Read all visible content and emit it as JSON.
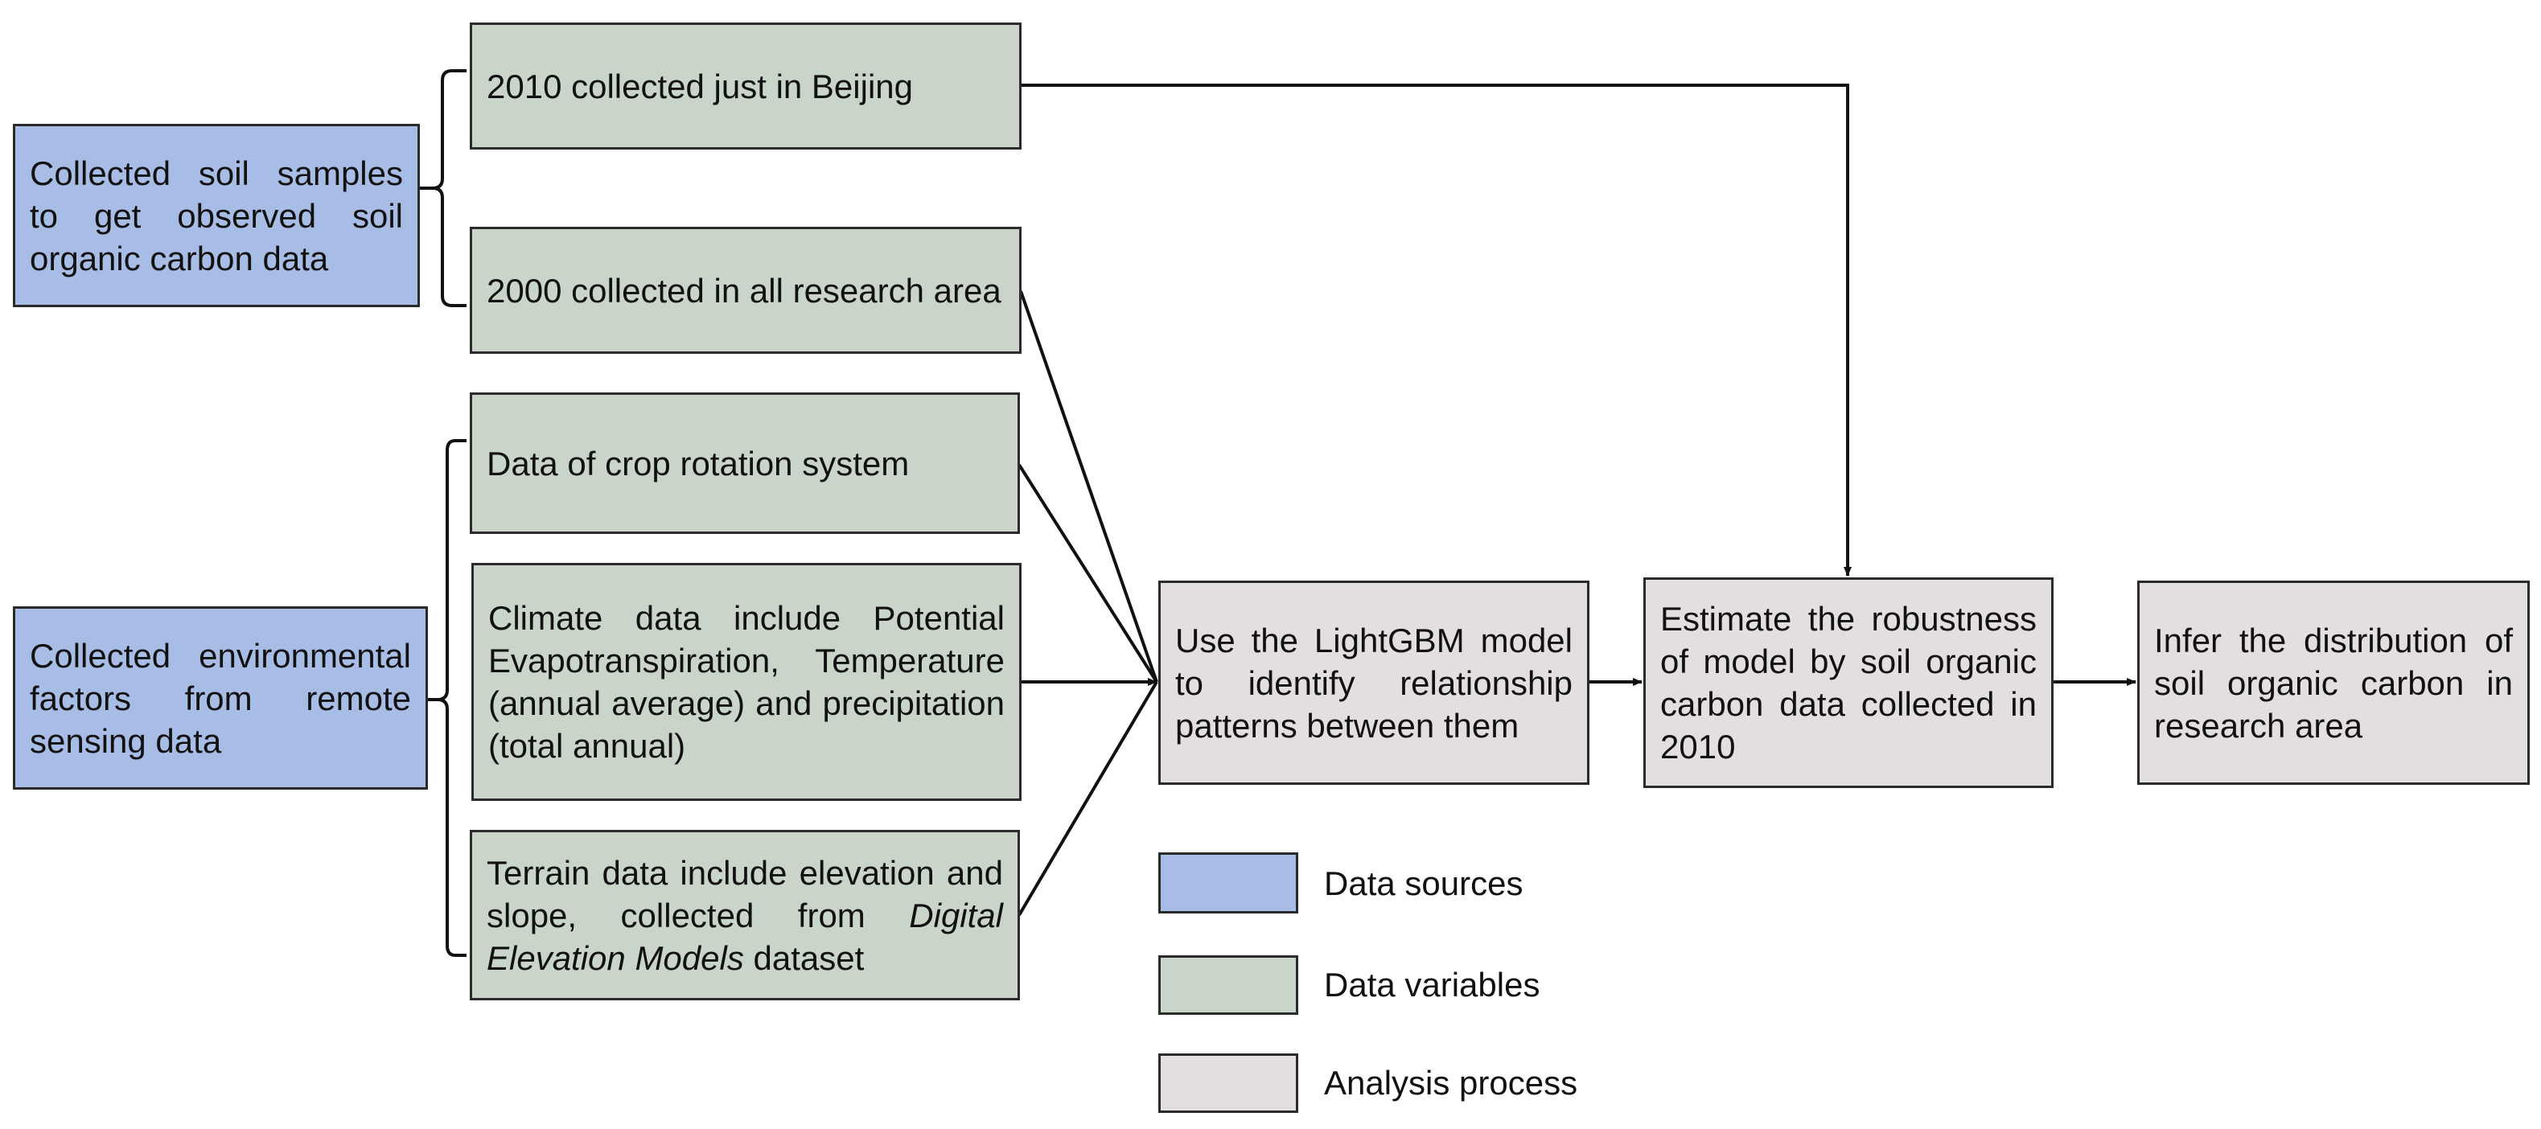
{
  "sources": {
    "soil": "Collected soil samples to get observed soil organic carbon data",
    "env": "Collected environmental factors from remote sensing data"
  },
  "variables": {
    "beijing_2010": "2010 collected just in Beijing",
    "all_2000": "2000 collected in all research area",
    "crop": "Data of crop rotation system",
    "climate": "Climate data include Potential Evapotranspiration, Temperature (annual average) and precipitation (total annual)",
    "terrain_pre": "Terrain data include elevation and slope, collected from ",
    "terrain_italic": "Digital Elevation Models",
    "terrain_post": " dataset"
  },
  "process": {
    "lightgbm": "Use the LightGBM model to identify relationship patterns between them",
    "estimate": "Estimate the robustness of model by soil organic carbon data collected in 2010",
    "infer": "Infer the distribution of soil organic carbon in research area"
  },
  "legend": [
    {
      "label": "Data sources",
      "color": "#a8bde6"
    },
    {
      "label": "Data variables",
      "color": "#c8d5c8"
    },
    {
      "label": "Analysis process",
      "color": "#e4dfdf"
    }
  ]
}
